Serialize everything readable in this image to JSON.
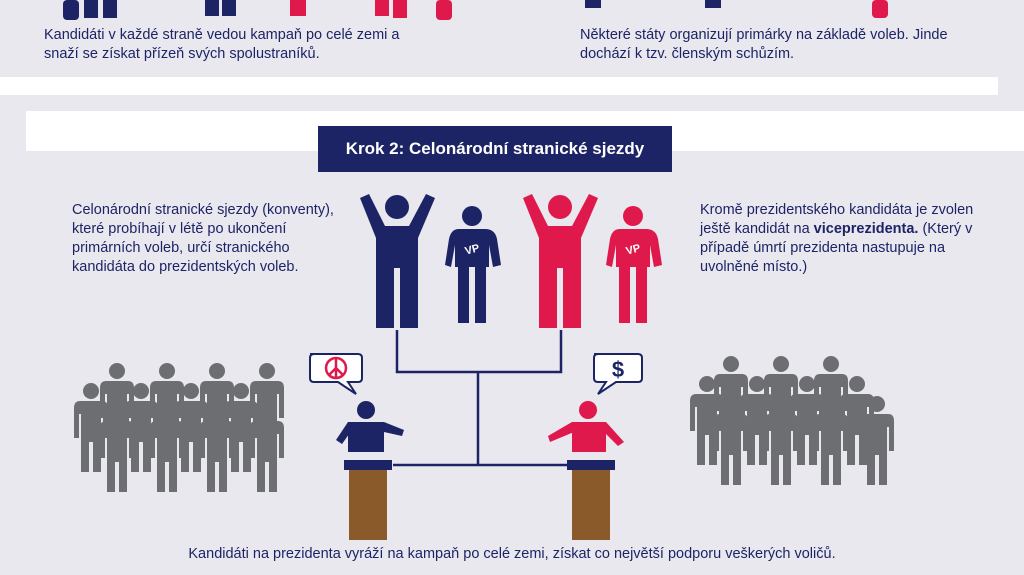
{
  "top": {
    "left_text": "Kandidáti v každé straně vedou kampaň po celé zemi a snaží se získat přízeň svých spolustraníků.",
    "right_text": "Některé státy organizují primárky na základě voleb. Jinde dochází k tzv. členským schůzím."
  },
  "step": {
    "title": "Krok 2: Celonárodní stranické sjezdy"
  },
  "left_paragraph": "Celonárodní stranické sjezdy (konventy), které probíhají v létě po ukončení primárních voleb, určí stranického kandidáta do prezidentských voleb.",
  "right_paragraph": {
    "part1": "Kromě prezidentského kandidáta je zvolen ještě kandidát na ",
    "bold": "viceprezidenta.",
    "part2": " (Který v případě úmrtí prezidenta nastupuje na uvolněné místo.)"
  },
  "badges": {
    "vp": "VP"
  },
  "speech": {
    "left": "☮",
    "right": "$"
  },
  "bottom_text": "Kandidáti na prezidenta vyráží na kampaň po celé zemi, získat co největší podporu veškerých voličů.",
  "colors": {
    "navy": "#1d2466",
    "red": "#e0194c",
    "gray": "#6d6e71",
    "podium": "#8a5a2b",
    "background": "#e9e8ee"
  }
}
